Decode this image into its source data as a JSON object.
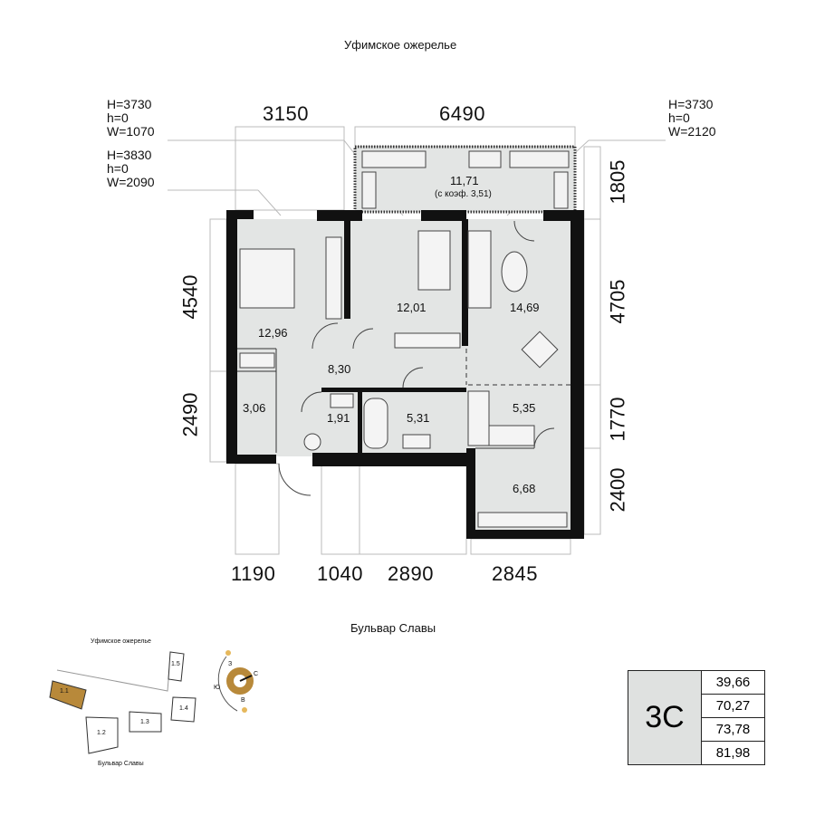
{
  "streets": {
    "top": "Уфимское ожерелье",
    "bottom": "Бульвар Славы"
  },
  "windows": [
    {
      "text": "H=3730\nh=0\nW=1070"
    },
    {
      "text": "H=3830\nh=0\nW=2090"
    },
    {
      "text": "H=3730\nh=0\nW=2120"
    }
  ],
  "dimensions": {
    "top": [
      "3150",
      "6490"
    ],
    "bottom": [
      "1190",
      "1040",
      "2890",
      "2845"
    ],
    "left": [
      "4540",
      "2490"
    ],
    "right": [
      "1805",
      "4705",
      "1770",
      "2400"
    ]
  },
  "rooms": {
    "balcony": "11,71",
    "balcony_note": "(с коэф. 3,51)",
    "bedroom": "12,96",
    "room2": "12,01",
    "living": "14,69",
    "hall": "8,30",
    "closet": "3,06",
    "wc": "1,91",
    "bath": "5,31",
    "kitchen": "5,35",
    "room3": "6,68"
  },
  "mini_map": {
    "street_top": "Уфимское ожерелье",
    "street_bottom": "Бульвар Славы",
    "sections": [
      "1.1",
      "1.2",
      "1.3",
      "1.4",
      "1.5"
    ],
    "compass": {
      "n": "С",
      "s": "Ю",
      "w": "З",
      "e": "В"
    },
    "highlight_color": "#b8893a"
  },
  "summary": {
    "type": "3С",
    "values": [
      "39,66",
      "70,27",
      "73,78",
      "81,98"
    ]
  }
}
